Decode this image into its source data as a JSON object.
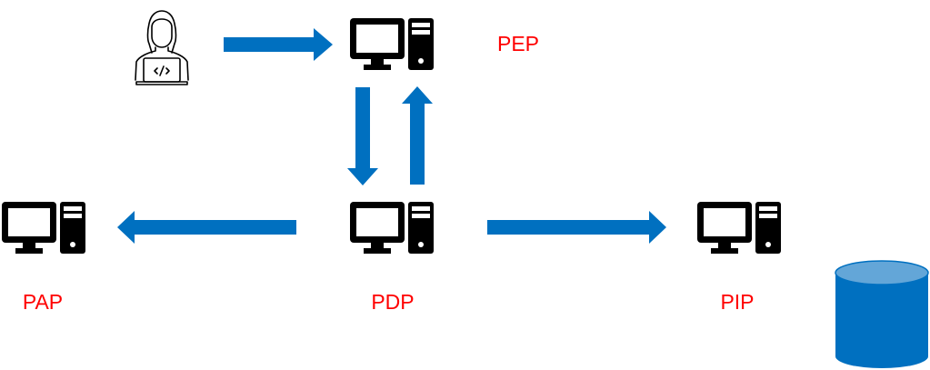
{
  "labels": {
    "pep": "PEP",
    "pdp": "PDP",
    "pap": "PAP",
    "pip": "PIP"
  },
  "colors": {
    "arrow": "#0070c0",
    "label": "#ff0000",
    "cylinder_top": "#63a6d8",
    "icon": "#000000"
  },
  "icons": {
    "user": "developer-user-icon",
    "computer": "desktop-computer-icon",
    "database": "database-cylinder-icon"
  }
}
